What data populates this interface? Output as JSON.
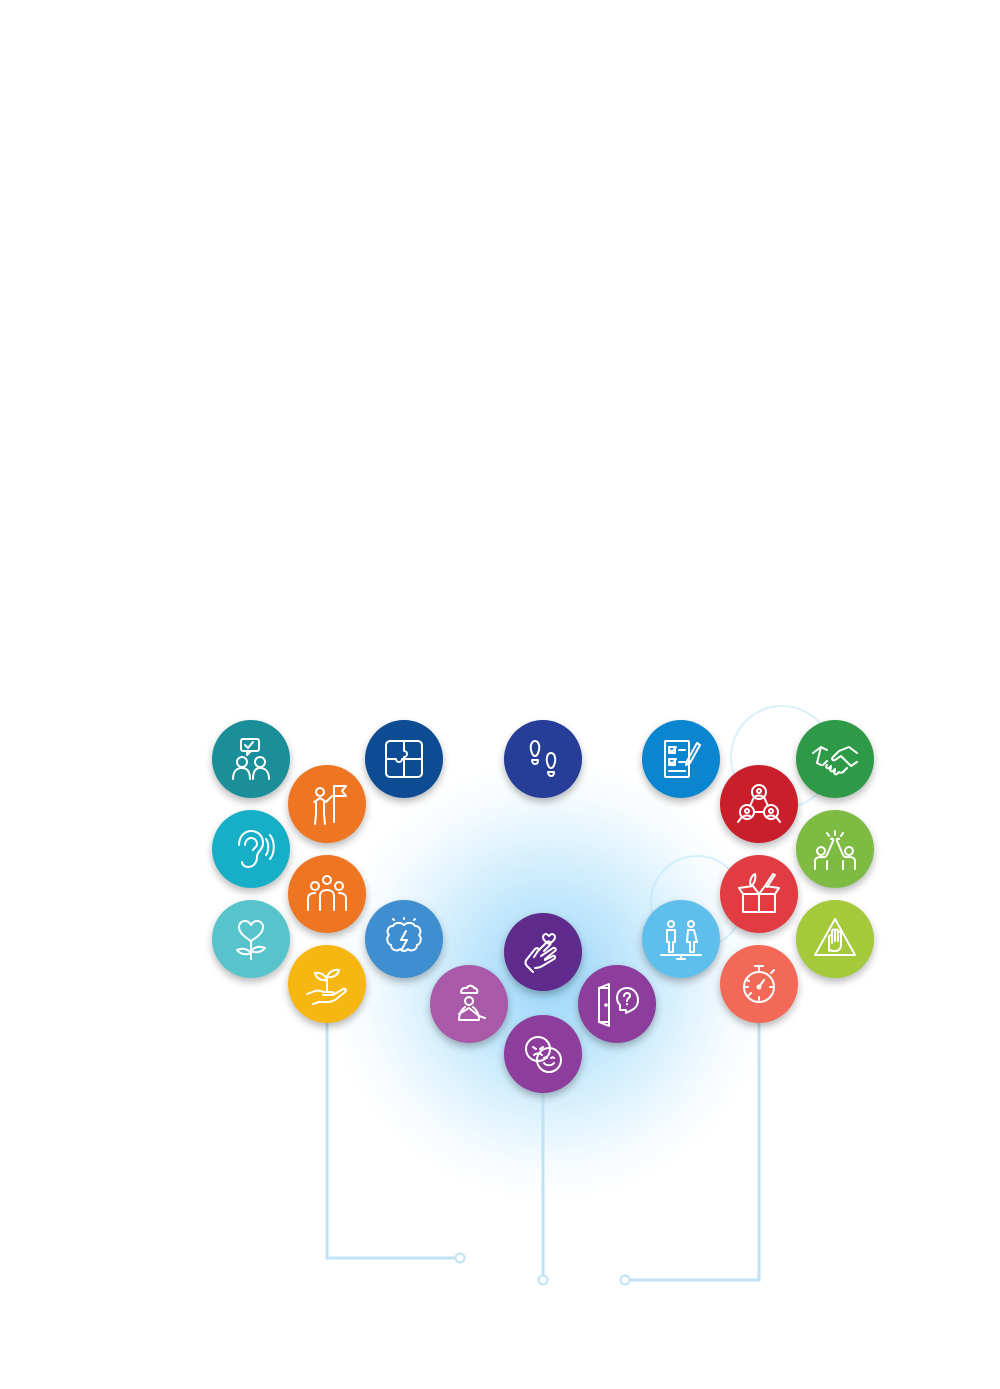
{
  "colors": {
    "teal": "#1a8e99",
    "orange": "#ee7622",
    "cyan": "#17afc7",
    "light_teal": "#57c4cc",
    "yellow": "#f6b712",
    "navy": "#0d4c93",
    "steel_blue": "#3e8ed0",
    "indigo": "#263e97",
    "purple": "#5e2a8c",
    "orchid": "#a85aa8",
    "violet": "#8d3d9b",
    "azure": "#0a85cf",
    "sky": "#5ebfec",
    "crimson": "#c81f2b",
    "red": "#e03c42",
    "salmon": "#f26a57",
    "green": "#2e9a47",
    "lime": "#7dbb43",
    "yellow_green": "#a4c93a",
    "connector": "#bfe3f4"
  },
  "groups": [
    {
      "id": "left",
      "nodes": [
        {
          "id": "communication",
          "icon": "dialogue-icon",
          "color": "teal"
        },
        {
          "id": "leadership",
          "icon": "person-flag-icon",
          "color": "orange"
        },
        {
          "id": "problem-solving",
          "icon": "puzzle-icon",
          "color": "navy"
        },
        {
          "id": "listening",
          "icon": "ear-icon",
          "color": "cyan"
        },
        {
          "id": "teamwork",
          "icon": "group-icon",
          "color": "orange"
        },
        {
          "id": "empathy",
          "icon": "heart-flower-icon",
          "color": "light_teal"
        },
        {
          "id": "critical-thinking",
          "icon": "brain-icon",
          "color": "steel_blue"
        },
        {
          "id": "growth",
          "icon": "hand-sprout-icon",
          "color": "yellow"
        }
      ]
    },
    {
      "id": "center",
      "nodes": [
        {
          "id": "next-steps",
          "icon": "footprints-icon",
          "color": "indigo"
        },
        {
          "id": "self-care",
          "icon": "hand-heart-icon",
          "color": "purple"
        },
        {
          "id": "reflection",
          "icon": "thinking-person-icon",
          "color": "orchid"
        },
        {
          "id": "curiosity",
          "icon": "door-question-icon",
          "color": "violet"
        },
        {
          "id": "emotions",
          "icon": "faces-icon",
          "color": "violet"
        }
      ]
    },
    {
      "id": "right",
      "nodes": [
        {
          "id": "planning",
          "icon": "checklist-icon",
          "color": "azure"
        },
        {
          "id": "collaboration",
          "icon": "handshake-icon",
          "color": "green"
        },
        {
          "id": "networking",
          "icon": "network-people-icon",
          "color": "crimson"
        },
        {
          "id": "celebration",
          "icon": "high-five-icon",
          "color": "lime"
        },
        {
          "id": "creativity",
          "icon": "creative-box-icon",
          "color": "red"
        },
        {
          "id": "equality",
          "icon": "people-balance-icon",
          "color": "sky"
        },
        {
          "id": "boundaries",
          "icon": "stop-hand-icon",
          "color": "yellow_green"
        },
        {
          "id": "time-management",
          "icon": "stopwatch-icon",
          "color": "salmon"
        }
      ]
    }
  ]
}
